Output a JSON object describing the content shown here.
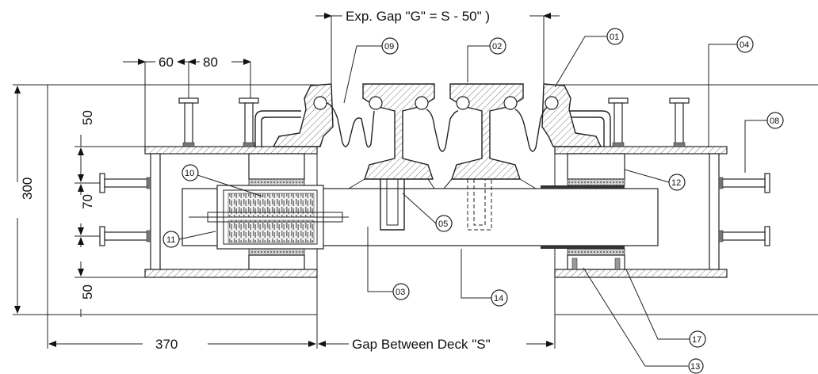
{
  "dimensions": {
    "exp_gap": "Exp. Gap \"G\" = S - 50\" )",
    "d60": "60",
    "d80": "80",
    "d300": "300",
    "d50_top": "50",
    "d70": "70",
    "d50_bottom": "50",
    "d370": "370",
    "gap_between_deck": "Gap Between Deck \"S\""
  },
  "callouts": {
    "c01": "01",
    "c02": "02",
    "c03": "03",
    "c04": "04",
    "c05": "05",
    "c08": "08",
    "c09": "09",
    "c10": "10",
    "c11": "11",
    "c12": "12",
    "c13": "13",
    "c14": "14",
    "c17": "17"
  }
}
